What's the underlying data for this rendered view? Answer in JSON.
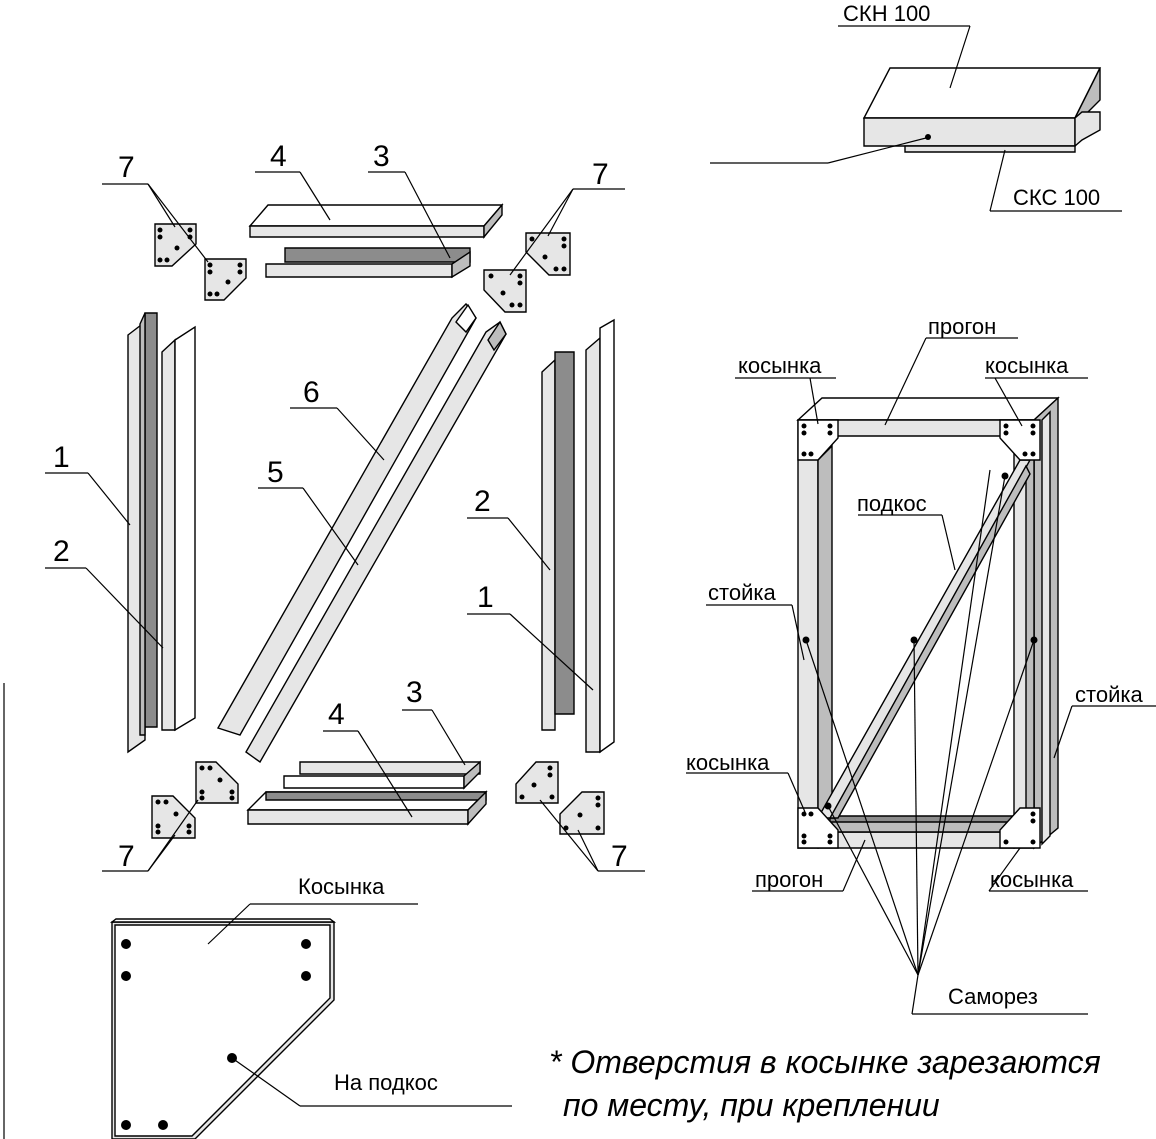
{
  "parts": {
    "n1": "1",
    "n2": "2",
    "n3": "3",
    "n4": "4",
    "n5": "5",
    "n6": "6",
    "n7": "7"
  },
  "profile": {
    "top": "СКН 100",
    "bottom": "СКС 100"
  },
  "frame": {
    "progon": "прогон",
    "kosynka": "косынка",
    "podkos": "подкос",
    "stoyka": "стойка",
    "samorez": "Саморез"
  },
  "gusset": {
    "title": "Косынка",
    "brace_hole": "На подкос"
  },
  "note": {
    "line1": "* Отверстия в косынке зарезаются",
    "line2": "по месту, при креплении"
  }
}
